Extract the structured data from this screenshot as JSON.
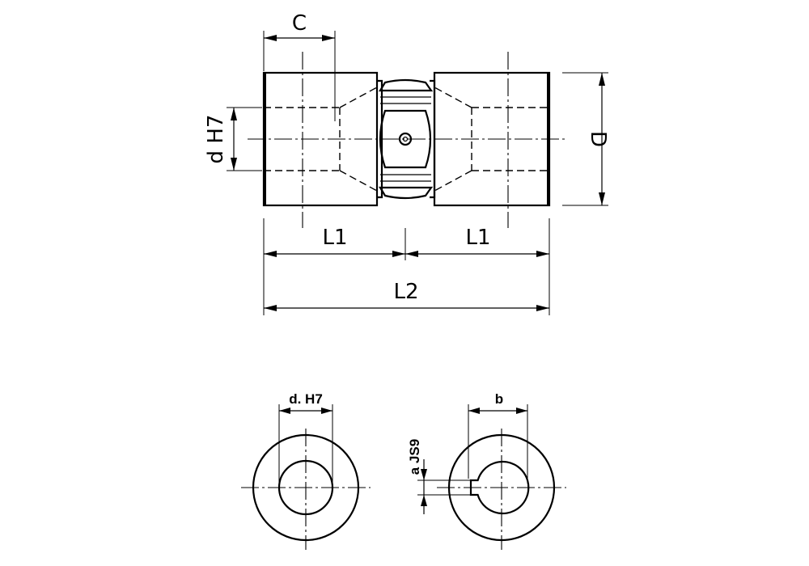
{
  "labels": {
    "c": "C",
    "d_h7": "d H7",
    "d": "D",
    "l1_left": "L1",
    "l1_right": "L1",
    "l2": "L2",
    "d_h7_bore": "d. H7",
    "a_js9": "a JS9",
    "b": "b"
  }
}
